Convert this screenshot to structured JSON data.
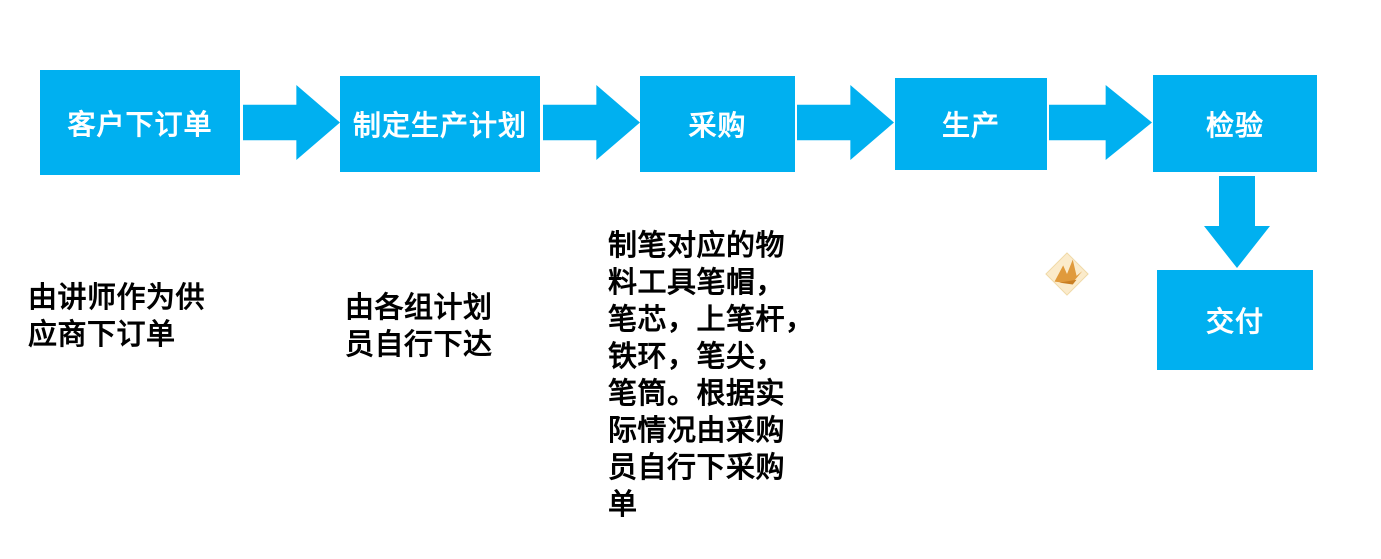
{
  "colors": {
    "step_fill": "#00B0F0",
    "step_text": "#FFFFFF",
    "arrow_fill": "#00B0F0",
    "annotation_text": "#000000",
    "icon_diamond_fill": "#FBEBCB",
    "icon_bird_fill": "#E09A3C"
  },
  "flow": {
    "steps": [
      {
        "label": "客户下订单"
      },
      {
        "label": "制定生产计划"
      },
      {
        "label": "采购"
      },
      {
        "label": "生产"
      },
      {
        "label": "检验"
      },
      {
        "label": "交付"
      }
    ]
  },
  "annotations": [
    {
      "text": "由讲师作为供\n应商下订单"
    },
    {
      "text": "由各组计划\n员自行下达"
    },
    {
      "text": "制笔对应的物\n料工具笔帽，\n笔芯，上笔杆，\n铁环，笔尖，\n笔筒。根据实\n际情况由采购\n员自行下采购\n单"
    }
  ],
  "icon": {
    "name": "origami-bird-icon"
  }
}
